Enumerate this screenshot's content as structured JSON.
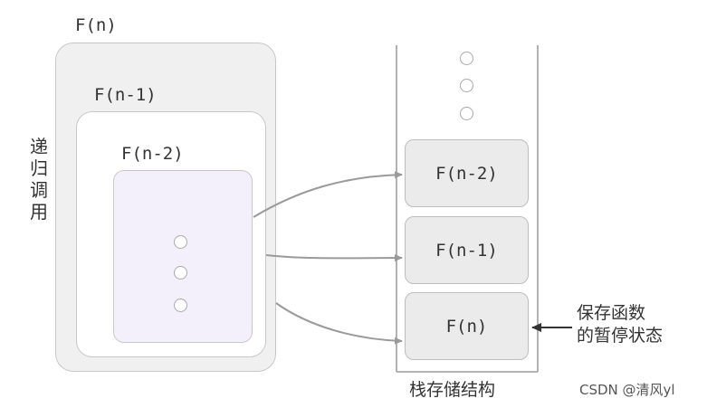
{
  "frames": {
    "n": "F(n)",
    "n_minus_1": "F(n-1)",
    "n_minus_2": "F(n-2)"
  },
  "recursion_label": [
    "递",
    "归",
    "调",
    "用"
  ],
  "stack": {
    "items": [
      "F(n-2)",
      "F(n-1)",
      "F(n)"
    ],
    "caption": "栈存储结构"
  },
  "annotation": {
    "line1": "保存函数",
    "line2": "的暂停状态"
  },
  "watermark": "CSDN @清风yl"
}
